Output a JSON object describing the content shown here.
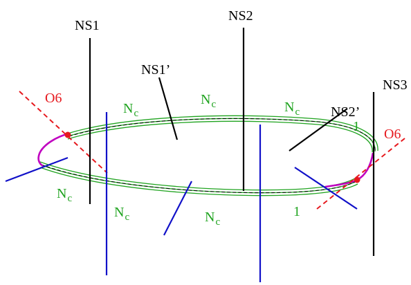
{
  "colors": {
    "brane_black": "#000000",
    "brane_blue": "#1010c8",
    "stack_green": "#1fa31f",
    "orientifold_red": "#e6191e",
    "orientifold_magenta": "#c000c0",
    "background": "#ffffff"
  },
  "labels": {
    "ns1": "NS1",
    "ns1_prime": "NS1’",
    "ns2": "NS2",
    "ns2_prime": "NS2’",
    "ns3": "NS3",
    "o6_left": "O6",
    "o6_right": "O6",
    "nc_main": "N",
    "nc_sub": "c",
    "one": "1"
  }
}
